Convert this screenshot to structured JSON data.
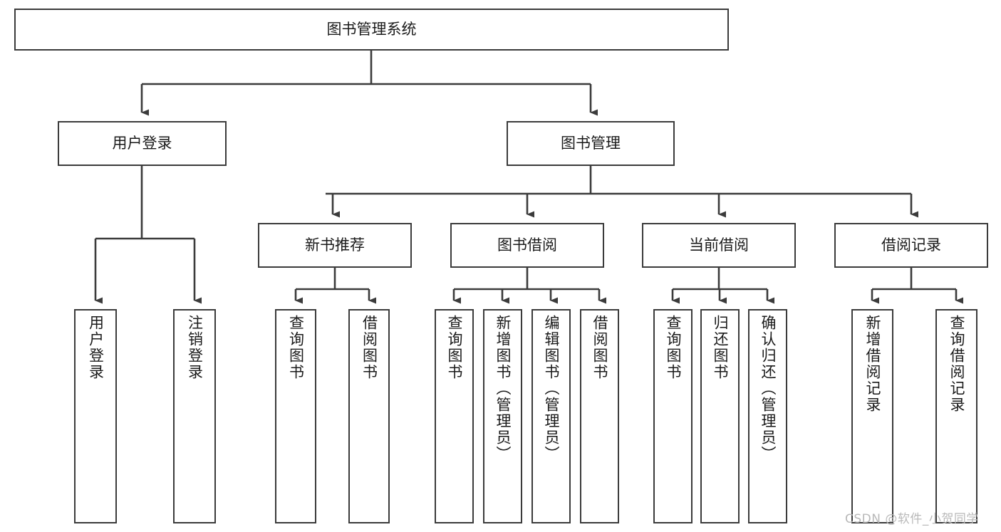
{
  "diagram": {
    "type": "tree-flowchart",
    "title": "图书管理系统",
    "orientation": "top-down",
    "box_fill": "#ffffff",
    "box_stroke": "#3b3b3b",
    "connector_color": "#3b3b3b",
    "root": {
      "label": "图书管理系统"
    },
    "level2": [
      {
        "id": "user-login",
        "label": "用户登录"
      },
      {
        "id": "book-manage",
        "label": "图书管理"
      }
    ],
    "level3": [
      {
        "id": "new-book-recommend",
        "label": "新书推荐"
      },
      {
        "id": "book-borrow",
        "label": "图书借阅"
      },
      {
        "id": "current-borrow",
        "label": "当前借阅"
      },
      {
        "id": "borrow-record",
        "label": "借阅记录"
      }
    ],
    "leaves": {
      "user_login": [
        {
          "id": "leaf-user-login",
          "label": "用户登录"
        },
        {
          "id": "leaf-logout",
          "label": "注销登录"
        }
      ],
      "new_book_recommend": [
        {
          "id": "leaf-query-book-1",
          "label": "查询图书"
        },
        {
          "id": "leaf-borrow-book-1",
          "label": "借阅图书"
        }
      ],
      "book_borrow": [
        {
          "id": "leaf-query-book-2",
          "label": "查询图书"
        },
        {
          "id": "leaf-add-book",
          "label": "新增图书（管理员）"
        },
        {
          "id": "leaf-edit-book",
          "label": "编辑图书（管理员）"
        },
        {
          "id": "leaf-borrow-book-2",
          "label": "借阅图书"
        }
      ],
      "current_borrow": [
        {
          "id": "leaf-query-book-3",
          "label": "查询图书"
        },
        {
          "id": "leaf-return-book",
          "label": "归还图书"
        },
        {
          "id": "leaf-confirm-return",
          "label": "确认归还（管理员）"
        }
      ],
      "borrow_record": [
        {
          "id": "leaf-add-record",
          "label": "新增借阅记录"
        },
        {
          "id": "leaf-query-record",
          "label": "查询借阅记录"
        }
      ]
    }
  },
  "watermark": {
    "text": "CSDN @软件_小贺同学"
  }
}
